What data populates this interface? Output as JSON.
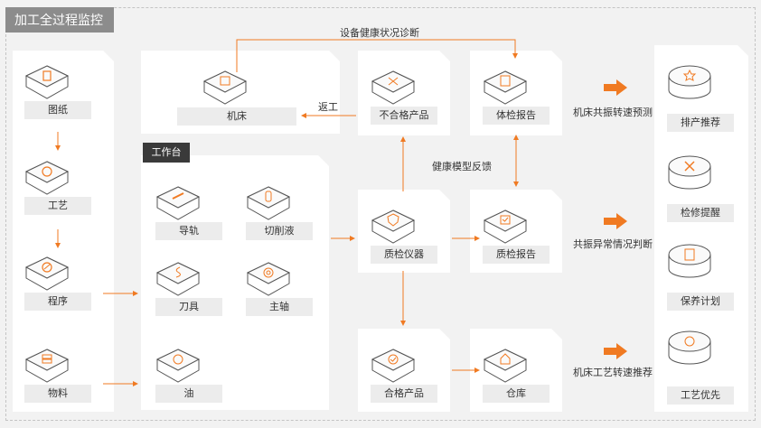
{
  "header": {
    "title": "加工全过程监控"
  },
  "left_column": [
    "图纸",
    "工艺",
    "程序",
    "物料"
  ],
  "machine": {
    "label": "机床"
  },
  "workbench": {
    "title": "工作台",
    "items": [
      "导轨",
      "切削液",
      "刀具",
      "主轴",
      "油"
    ]
  },
  "middle": {
    "unqualified": "不合格产品",
    "inspector": "质检仪器",
    "qualified": "合格产品"
  },
  "reports": {
    "health": "体检报告",
    "quality": "质检报告",
    "warehouse": "仓库"
  },
  "flow_labels": {
    "health_diag": "设备健康状况诊断",
    "rework": "返工",
    "feedback": "健康模型反馈"
  },
  "predictions": [
    "机床共振转速预测",
    "共振异常情况判断",
    "机床工艺转速推荐"
  ],
  "right_column": [
    "排产推荐",
    "检修提醒",
    "保养计划",
    "工艺优先"
  ],
  "colors": {
    "accent": "#f07a22",
    "line": "#f07a22",
    "label_bg": "#ececec",
    "title_bg": "#8c8c8c"
  }
}
